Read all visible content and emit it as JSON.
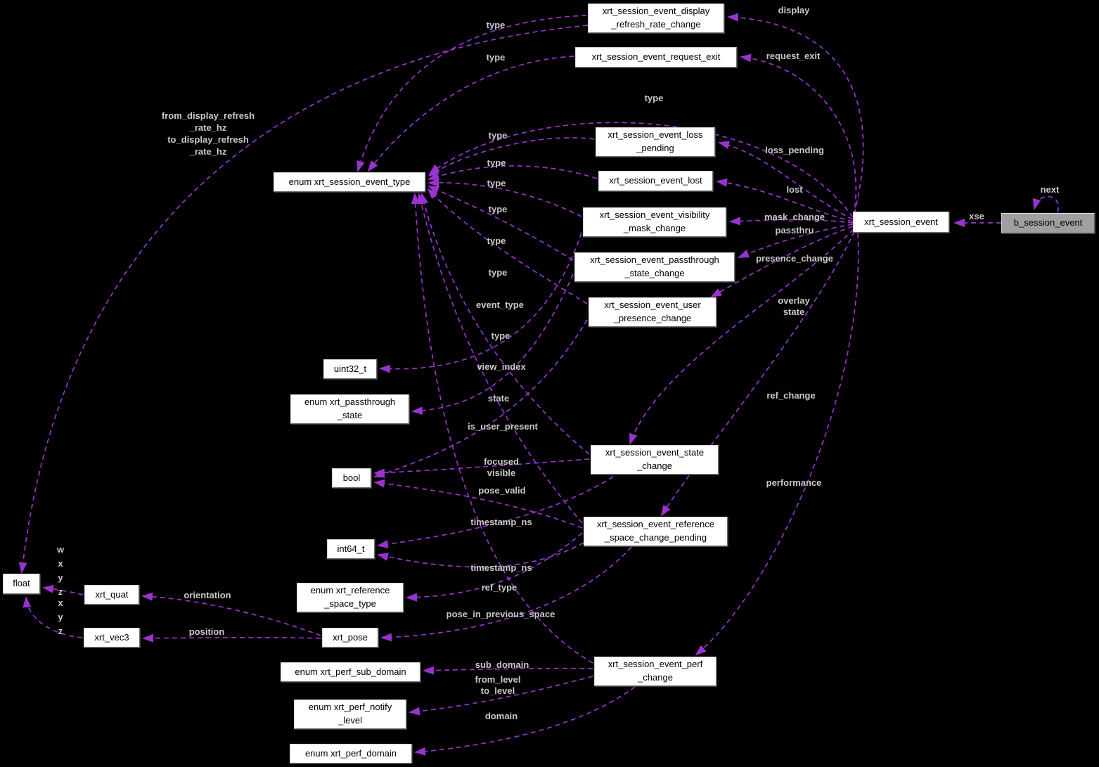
{
  "colors": {
    "background": "#000000",
    "edge": "#9a32cd",
    "edge_label": "#c9c9c9",
    "node_fill": "#ffffff",
    "node_text": "#000000",
    "highlight_fill": "#9f9f9f"
  },
  "nodes": [
    {
      "id": "display_refresh_rate_change",
      "label": [
        "xrt_session_event_display",
        "_refresh_rate_change"
      ],
      "highlight": false
    },
    {
      "id": "request_exit",
      "label": "xrt_session_event_request_exit",
      "highlight": false
    },
    {
      "id": "loss_pending",
      "label": [
        "xrt_session_event_loss",
        "_pending"
      ],
      "highlight": false
    },
    {
      "id": "lost",
      "label": "xrt_session_event_lost",
      "highlight": false
    },
    {
      "id": "visibility_mask_change",
      "label": [
        "xrt_session_event_visibility",
        "_mask_change"
      ],
      "highlight": false
    },
    {
      "id": "passthrough_state_change",
      "label": [
        "xrt_session_event_passthrough",
        "_state_change"
      ],
      "highlight": false
    },
    {
      "id": "user_presence_change",
      "label": [
        "xrt_session_event_user",
        "_presence_change"
      ],
      "highlight": false
    },
    {
      "id": "session_event",
      "label": "xrt_session_event",
      "highlight": false
    },
    {
      "id": "b_session_event",
      "label": "b_session_event",
      "highlight": true
    },
    {
      "id": "enum_session_event_type",
      "label": "enum xrt_session_event_type",
      "highlight": false
    },
    {
      "id": "uint32_t",
      "label": "uint32_t",
      "highlight": false
    },
    {
      "id": "enum_passthrough_state",
      "label": [
        "enum xrt_passthrough",
        "_state"
      ],
      "highlight": false
    },
    {
      "id": "bool",
      "label": "bool",
      "highlight": false
    },
    {
      "id": "state_change",
      "label": [
        "xrt_session_event_state",
        "_change"
      ],
      "highlight": false
    },
    {
      "id": "reference_space_change_pending",
      "label": [
        "xrt_session_event_reference",
        "_space_change_pending"
      ],
      "highlight": false
    },
    {
      "id": "int64_t",
      "label": "int64_t",
      "highlight": false
    },
    {
      "id": "float",
      "label": "float",
      "highlight": false
    },
    {
      "id": "xrt_quat",
      "label": "xrt_quat",
      "highlight": false
    },
    {
      "id": "xrt_vec3",
      "label": "xrt_vec3",
      "highlight": false
    },
    {
      "id": "enum_reference_space_type",
      "label": [
        "enum xrt_reference",
        "_space_type"
      ],
      "highlight": false
    },
    {
      "id": "xrt_pose",
      "label": "xrt_pose",
      "highlight": false
    },
    {
      "id": "enum_perf_sub_domain",
      "label": "enum xrt_perf_sub_domain",
      "highlight": false
    },
    {
      "id": "enum_perf_notify_level",
      "label": [
        "enum xrt_perf_notify",
        "_level"
      ],
      "highlight": false
    },
    {
      "id": "enum_perf_domain",
      "label": "enum xrt_perf_domain",
      "highlight": false
    },
    {
      "id": "perf_change",
      "label": [
        "xrt_session_event_perf",
        "_change"
      ],
      "highlight": false
    }
  ],
  "edge_labels": [
    {
      "id": "next",
      "text": "next"
    },
    {
      "id": "xse",
      "text": "xse"
    },
    {
      "id": "display",
      "text": "display"
    },
    {
      "id": "request_exit",
      "text": "request_exit"
    },
    {
      "id": "type_session",
      "text": "type"
    },
    {
      "id": "loss_pending",
      "text": "loss_pending"
    },
    {
      "id": "lost",
      "text": "lost"
    },
    {
      "id": "mask_change",
      "text": "mask_change"
    },
    {
      "id": "passthru",
      "text": "passthru"
    },
    {
      "id": "presence_change",
      "text": "presence_change"
    },
    {
      "id": "overlay_state",
      "text": [
        "overlay",
        "state"
      ]
    },
    {
      "id": "ref_change",
      "text": "ref_change"
    },
    {
      "id": "performance",
      "text": "performance"
    },
    {
      "id": "type_display",
      "text": "type"
    },
    {
      "id": "refresh_rates",
      "text": [
        "from_display_refresh",
        "_rate_hz",
        "to_display_refresh",
        "_rate_hz"
      ]
    },
    {
      "id": "type_request_exit",
      "text": "type"
    },
    {
      "id": "type_loss",
      "text": "type"
    },
    {
      "id": "type_lost",
      "text": "type"
    },
    {
      "id": "type_visibility",
      "text": "type"
    },
    {
      "id": "view_index",
      "text": "view_index"
    },
    {
      "id": "type_passthrough",
      "text": "type"
    },
    {
      "id": "state",
      "text": "state"
    },
    {
      "id": "type_user",
      "text": "type"
    },
    {
      "id": "is_user_present",
      "text": "is_user_present"
    },
    {
      "id": "type_state",
      "text": "type"
    },
    {
      "id": "focused_visible",
      "text": [
        "focused",
        "visible"
      ]
    },
    {
      "id": "timestamp_ns_1",
      "text": "timestamp_ns"
    },
    {
      "id": "event_type",
      "text": "event_type"
    },
    {
      "id": "ref_type",
      "text": "ref_type"
    },
    {
      "id": "pose_valid",
      "text": "pose_valid"
    },
    {
      "id": "timestamp_ns_2",
      "text": "timestamp_ns"
    },
    {
      "id": "pose_in_previous_space",
      "text": "pose_in_previous_space"
    },
    {
      "id": "type_perf",
      "text": "type"
    },
    {
      "id": "sub_domain",
      "text": "sub_domain"
    },
    {
      "id": "from_to_level",
      "text": [
        "from_level",
        "to_level"
      ]
    },
    {
      "id": "domain",
      "text": "domain"
    },
    {
      "id": "orientation",
      "text": "orientation"
    },
    {
      "id": "position",
      "text": "position"
    },
    {
      "id": "quat_components",
      "text": [
        "w",
        "x",
        "y",
        "z"
      ]
    },
    {
      "id": "vec3_components",
      "text": [
        "x",
        "y",
        "z"
      ]
    }
  ],
  "edges": [
    {
      "id": "next",
      "from": "b_session_event",
      "to": "b_session_event"
    },
    {
      "id": "xse",
      "from": "b_session_event",
      "to": "session_event"
    },
    {
      "id": "display",
      "from": "session_event",
      "to": "display_refresh_rate_change"
    },
    {
      "id": "request_exit",
      "from": "session_event",
      "to": "request_exit"
    },
    {
      "id": "type_session",
      "from": "session_event",
      "to": "enum_session_event_type"
    },
    {
      "id": "loss_pending",
      "from": "session_event",
      "to": "loss_pending"
    },
    {
      "id": "lost",
      "from": "session_event",
      "to": "lost"
    },
    {
      "id": "mask_change",
      "from": "session_event",
      "to": "visibility_mask_change"
    },
    {
      "id": "passthru",
      "from": "session_event",
      "to": "passthrough_state_change"
    },
    {
      "id": "presence_change",
      "from": "session_event",
      "to": "user_presence_change"
    },
    {
      "id": "overlay_state",
      "from": "session_event",
      "to": "state_change"
    },
    {
      "id": "ref_change",
      "from": "session_event",
      "to": "reference_space_change_pending"
    },
    {
      "id": "performance",
      "from": "session_event",
      "to": "perf_change"
    },
    {
      "id": "type_display",
      "from": "display_refresh_rate_change",
      "to": "enum_session_event_type"
    },
    {
      "id": "refresh_rates",
      "from": "display_refresh_rate_change",
      "to": "float"
    },
    {
      "id": "type_request_exit",
      "from": "request_exit",
      "to": "enum_session_event_type"
    },
    {
      "id": "type_loss",
      "from": "loss_pending",
      "to": "enum_session_event_type"
    },
    {
      "id": "type_lost",
      "from": "lost",
      "to": "enum_session_event_type"
    },
    {
      "id": "type_visibility",
      "from": "visibility_mask_change",
      "to": "enum_session_event_type"
    },
    {
      "id": "view_index",
      "from": "visibility_mask_change",
      "to": "uint32_t"
    },
    {
      "id": "type_passthrough",
      "from": "passthrough_state_change",
      "to": "enum_session_event_type"
    },
    {
      "id": "state",
      "from": "passthrough_state_change",
      "to": "enum_passthrough_state"
    },
    {
      "id": "type_user",
      "from": "user_presence_change",
      "to": "enum_session_event_type"
    },
    {
      "id": "is_user_present",
      "from": "user_presence_change",
      "to": "bool"
    },
    {
      "id": "type_state",
      "from": "state_change",
      "to": "enum_session_event_type"
    },
    {
      "id": "focused_visible",
      "from": "state_change",
      "to": "bool"
    },
    {
      "id": "timestamp_ns_1",
      "from": "state_change",
      "to": "int64_t"
    },
    {
      "id": "event_type",
      "from": "reference_space_change_pending",
      "to": "enum_session_event_type"
    },
    {
      "id": "ref_type",
      "from": "reference_space_change_pending",
      "to": "enum_reference_space_type"
    },
    {
      "id": "pose_valid",
      "from": "reference_space_change_pending",
      "to": "bool"
    },
    {
      "id": "timestamp_ns_2",
      "from": "reference_space_change_pending",
      "to": "int64_t"
    },
    {
      "id": "pose_in_previous_space",
      "from": "reference_space_change_pending",
      "to": "xrt_pose"
    },
    {
      "id": "type_perf",
      "from": "perf_change",
      "to": "enum_session_event_type"
    },
    {
      "id": "sub_domain",
      "from": "perf_change",
      "to": "enum_perf_sub_domain"
    },
    {
      "id": "from_to_level",
      "from": "perf_change",
      "to": "enum_perf_notify_level"
    },
    {
      "id": "domain",
      "from": "perf_change",
      "to": "enum_perf_domain"
    },
    {
      "id": "orientation",
      "from": "xrt_pose",
      "to": "xrt_quat"
    },
    {
      "id": "position",
      "from": "xrt_pose",
      "to": "xrt_vec3"
    },
    {
      "id": "quat_components",
      "from": "xrt_quat",
      "to": "float"
    },
    {
      "id": "vec3_components",
      "from": "xrt_vec3",
      "to": "float"
    }
  ]
}
